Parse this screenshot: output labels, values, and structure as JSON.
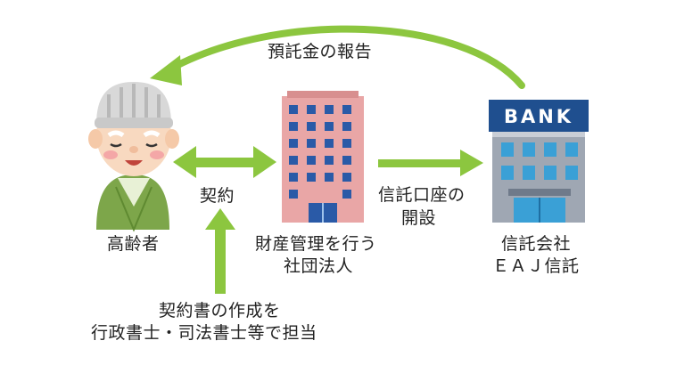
{
  "labels": {
    "report": "預託金の報告",
    "contract": "契約",
    "open_account_line1": "信託口座の",
    "open_account_line2": "開設",
    "contract_docs_line1": "契約書の作成を",
    "contract_docs_line2": "行政書士・司法書士等で担当"
  },
  "nodes": {
    "elderly": {
      "label": "高齢者"
    },
    "corporation": {
      "label_line1": "財産管理を行う",
      "label_line2": "社団法人"
    },
    "trust_company": {
      "sign": "BANK",
      "label_line1": "信託会社",
      "label_line2": "ＥＡＪ信託"
    }
  },
  "colors": {
    "arrow": "#8cc63f",
    "building": "#e9a6a6",
    "building_windows": "#2a5aa7",
    "bank_sign": "#1f4f8f",
    "bank_body": "#9fa7b3",
    "bank_windows": "#3aa0d6"
  }
}
